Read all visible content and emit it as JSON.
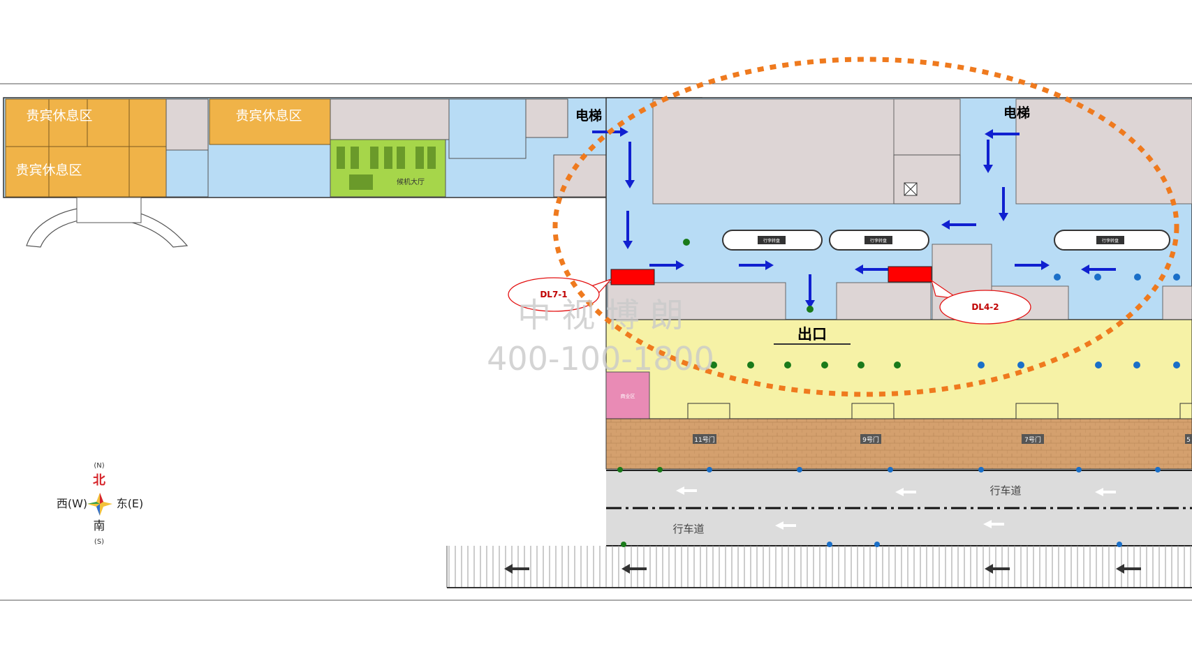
{
  "areas": {
    "vip_lounge_1": "贵宾休息区",
    "vip_lounge_2": "贵宾休息区",
    "vip_lounge_3": "贵宾休息区",
    "waiting_hall": "候机大厅",
    "exit": "出口",
    "elevator_left": "电梯",
    "elevator_right": "电梯",
    "pink_room": "商业区"
  },
  "carousels": [
    "行李转盘",
    "行李转盘",
    "行李转盘"
  ],
  "gates": [
    "11号门",
    "9号门",
    "7号门",
    "5"
  ],
  "roads": {
    "upper": "行车道",
    "lower": "行车道"
  },
  "ad_spots": [
    {
      "id": "DL7-1",
      "color": "#ff0000"
    },
    {
      "id": "DL4-2",
      "color": "#ff0000"
    }
  ],
  "watermark": {
    "line1": "中 视 博 朗",
    "line2": "400-100-1800"
  },
  "compass": {
    "north_en": "(N)",
    "north": "北",
    "west": "西(W)",
    "east": "东(E)",
    "south": "南",
    "south_en": "(S)"
  },
  "colors": {
    "vip": "#f0b348",
    "hall_green": "#a6d64a",
    "floor_blue": "#b8dcf5",
    "exit_yellow": "#f6f2a6",
    "rooms_grey": "#ddd5d5",
    "road_grey": "#dcdcdc",
    "curb_brick": "#d4a06e",
    "highlight_orange": "#ef7a1e",
    "arrow_blue": "#1020d0",
    "pink": "#e98bb5"
  }
}
